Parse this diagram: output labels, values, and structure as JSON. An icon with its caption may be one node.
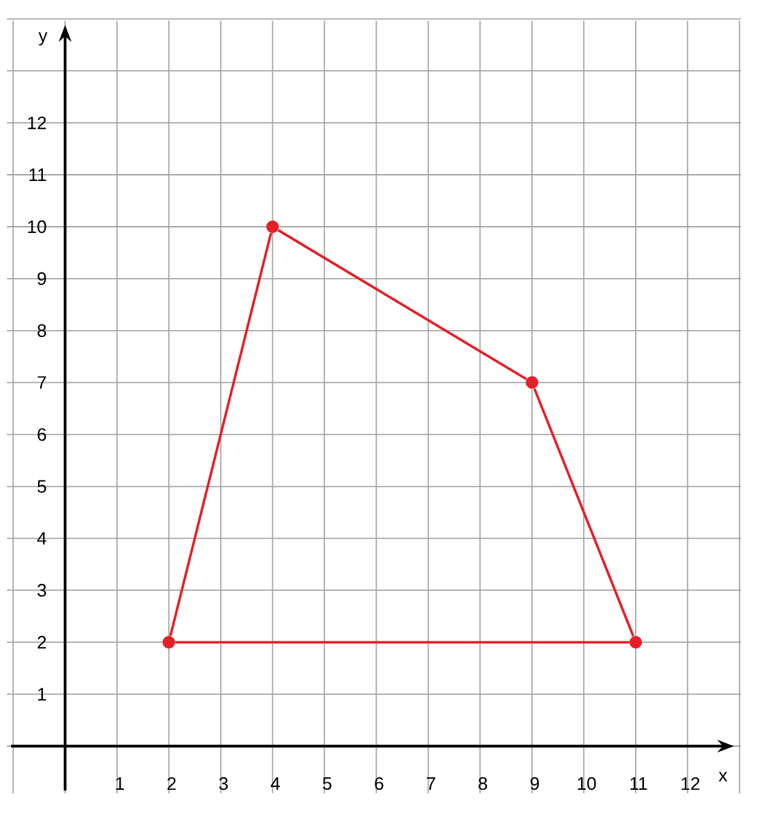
{
  "diagram": {
    "nodes": [
      {
        "text": [],
        "shape": "circle"
      },
      {
        "text": [],
        "shape": "circle"
      },
      {
        "text": [],
        "shape": "circle"
      },
      {
        "text": [],
        "shape": "circle"
      }
    ],
    "edges": [
      {
        "from": 0,
        "to": 1,
        "arrow": "none"
      },
      {
        "from": 1,
        "to": 3,
        "arrow": "none"
      },
      {
        "from": 3,
        "to": 2,
        "arrow": "none"
      },
      {
        "from": 2,
        "to": 0,
        "arrow": "none"
      }
    ],
    "labels": [
      "y",
      "12",
      "11",
      "10",
      "9",
      "8",
      "7",
      "6",
      "5",
      "4",
      "3",
      "2",
      "1",
      "1",
      "2",
      "3",
      "4",
      "5",
      "6",
      "7",
      "8",
      "9",
      "10",
      "11",
      "12",
      "x"
    ]
  }
}
